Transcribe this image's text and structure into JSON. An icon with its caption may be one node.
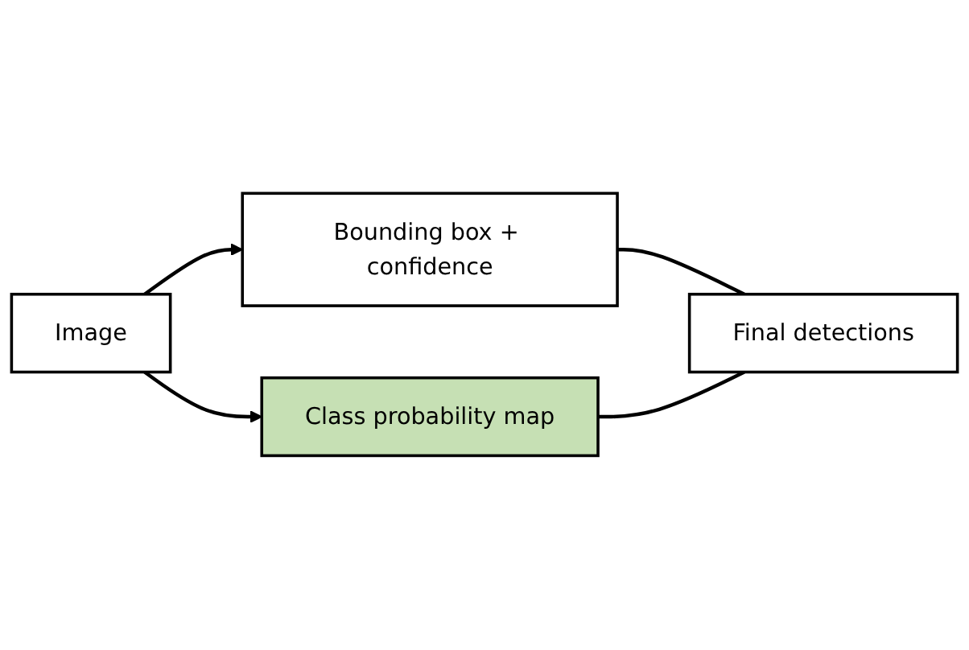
{
  "diagram": {
    "nodes": [
      {
        "text": [
          "Image"
        ]
      },
      {
        "text": [
          "Bounding box + confidence"
        ]
      },
      {
        "text": [
          "Class probability map"
        ]
      },
      {
        "text": [
          "Final detections"
        ]
      }
    ],
    "edges": [
      {
        "from": 0,
        "to": 1,
        "arrow": "to"
      },
      {
        "from": 0,
        "to": 2,
        "arrow": "to"
      },
      {
        "from": 1,
        "to": 3,
        "arrow": "none"
      },
      {
        "from": 2,
        "to": 3,
        "arrow": "none"
      }
    ]
  }
}
